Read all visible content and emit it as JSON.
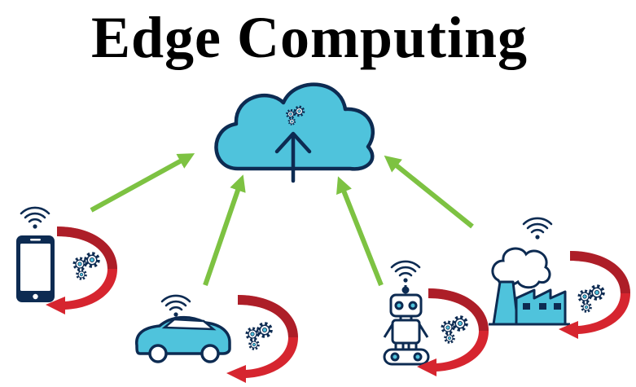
{
  "title": "Edge Computing",
  "colors": {
    "navy": "#0d2b52",
    "cyan": "#4fc3dc",
    "arrow_green": "#7dc242",
    "loop_red": "#d6252f",
    "loop_dark_red": "#8c1a22",
    "white": "#ffffff"
  },
  "cloud": {
    "icon": "cloud-upload-icon",
    "processing": "gears-icon"
  },
  "devices": [
    {
      "name": "smartphone",
      "icon": "smartphone-icon",
      "connectivity": "wifi-icon",
      "processing": "gears-icon"
    },
    {
      "name": "car",
      "icon": "car-icon",
      "connectivity": "wifi-icon",
      "processing": "gears-icon"
    },
    {
      "name": "robot",
      "icon": "robot-icon",
      "connectivity": "wifi-icon",
      "processing": "gears-icon"
    },
    {
      "name": "factory",
      "icon": "factory-icon",
      "connectivity": "wifi-icon",
      "processing": "gears-icon"
    }
  ]
}
